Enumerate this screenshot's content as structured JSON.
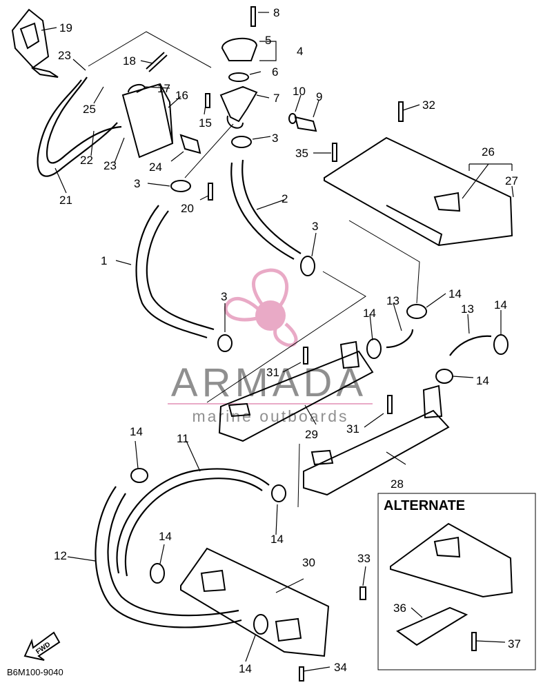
{
  "callouts": [
    "1",
    "2",
    "3",
    "3",
    "3",
    "3",
    "4",
    "5",
    "6",
    "7",
    "8",
    "9",
    "10",
    "11",
    "12",
    "13",
    "13",
    "14",
    "14",
    "14",
    "14",
    "14",
    "14",
    "14",
    "14",
    "15",
    "16",
    "17",
    "18",
    "19",
    "20",
    "21",
    "22",
    "23",
    "23",
    "24",
    "25",
    "26",
    "27",
    "28",
    "29",
    "30",
    "31",
    "31",
    "32",
    "33",
    "34",
    "35",
    "36",
    "37"
  ],
  "alternate_label": "ALTERNATE",
  "fwd_label": "FWD",
  "drawing_number": "B6M100-9040",
  "watermark": {
    "brand": "ARMADA",
    "tagline": "marine outboards",
    "colors": {
      "logo_pink": "#e8a6c4",
      "logo_text": "#8a8a8a"
    }
  }
}
